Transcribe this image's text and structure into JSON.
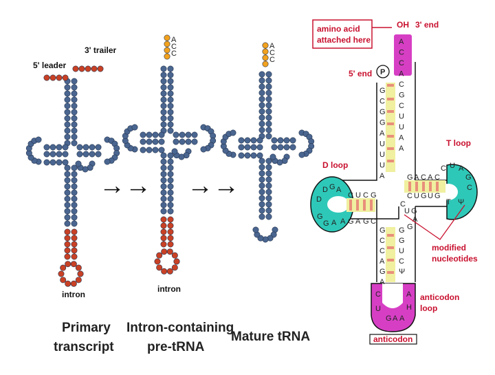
{
  "left_panel": {
    "labels": {
      "five_leader": "5' leader",
      "three_trailer": "3' trailer",
      "intron_1": "intron",
      "intron_2": "intron",
      "acc_1": [
        "A",
        "C",
        "C"
      ],
      "acc_2": [
        "A",
        "C",
        "C"
      ]
    },
    "captions": {
      "primary": [
        "Primary",
        "transcript"
      ],
      "intron_pre": [
        "Intron-containing",
        "pre-tRNA"
      ],
      "mature": "Mature tRNA"
    },
    "arrow_glyph": "→→"
  },
  "right_panel": {
    "amino_box": [
      "amino acid",
      "attached here"
    ],
    "oh": "OH",
    "three_end": "3' end",
    "five_end": "5' end",
    "phosphate": "P",
    "d_loop": "D loop",
    "t_loop": "T loop",
    "modified": [
      "modified",
      "nucleotides"
    ],
    "anticodon_loop": [
      "anticodon",
      "loop"
    ],
    "anticodon_box": "anticodon",
    "acceptor_3prime": [
      "A",
      "C",
      "C",
      "A",
      "C",
      "G",
      "C",
      "U",
      "U",
      "A",
      "A"
    ],
    "acceptor_5prime": [
      "G",
      "C",
      "G",
      "G",
      "A",
      "U",
      "U",
      "U",
      "A"
    ],
    "d_stem_top": [
      "C",
      "U",
      "C",
      "G"
    ],
    "d_stem_bottom": [
      "A",
      "G",
      "A",
      "G",
      "C"
    ],
    "d_loop_bases": [
      "D",
      "G",
      "A",
      "D",
      "G",
      "G",
      "A"
    ],
    "t_stem_top": [
      "G",
      "A",
      "C",
      "A",
      "C"
    ],
    "t_stem_bottom": [
      "C",
      "U",
      "G",
      "U",
      "G"
    ],
    "t_loop_bases": [
      "C",
      "U",
      "A",
      "G",
      "C",
      "Ψ",
      "T"
    ],
    "ac_stem_left": [
      "G",
      "C",
      "C",
      "A",
      "G",
      "A"
    ],
    "ac_stem_right": [
      "G",
      "G",
      "U",
      "C",
      "Ψ"
    ],
    "ac_loop_bases": [
      "C",
      "U",
      "A",
      "H",
      "G",
      "A",
      "A"
    ],
    "variable": [
      "C",
      "U",
      "G",
      "A",
      "G"
    ]
  },
  "colors": {
    "blue_bead": "#4a6690",
    "red_bead": "#c94125",
    "orange_bead": "#f2a21e",
    "teal_loop": "#2ec8b8",
    "magenta": "#d63fc4",
    "pair_bar": "#e98f7b",
    "pair_band": "#f0f0a0",
    "label_red": "#c8102e"
  }
}
